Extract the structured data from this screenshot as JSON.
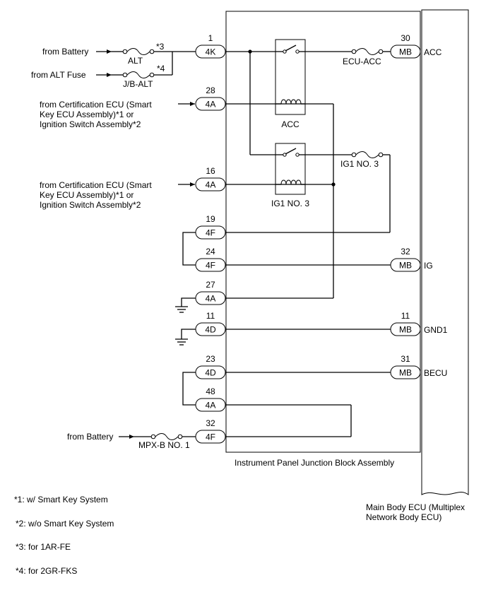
{
  "blocks": {
    "junction_block": "Instrument Panel Junction Block Assembly",
    "main_ecu": "Main Body ECU (Multiplex",
    "main_ecu_line2": "Network Body ECU)"
  },
  "sources": {
    "battery1": "from Battery",
    "alt_fuse": "from ALT Fuse",
    "cert1_l1": "from Certification ECU (Smart",
    "cert1_l2": "Key ECU Assembly)*1 or",
    "cert1_l3": "Ignition Switch Assembly*2",
    "cert2_l1": "from Certification ECU (Smart",
    "cert2_l2": "Key ECU Assembly)*1 or",
    "cert2_l3": "Ignition Switch Assembly*2",
    "battery2": "from Battery"
  },
  "fuses": {
    "alt": "ALT",
    "alt_note": "*3",
    "jb_alt": "J/B-ALT",
    "jb_alt_note": "*4",
    "ecu_acc": "ECU-ACC",
    "ig1_no3": "IG1 NO. 3",
    "mpx_b": "MPX-B NO. 1"
  },
  "relays": {
    "acc": "ACC",
    "ig1_no3": "IG1 NO. 3"
  },
  "connectors": [
    {
      "pin": "1",
      "code": "4K"
    },
    {
      "pin": "28",
      "code": "4A"
    },
    {
      "pin": "16",
      "code": "4A"
    },
    {
      "pin": "19",
      "code": "4F"
    },
    {
      "pin": "24",
      "code": "4F"
    },
    {
      "pin": "27",
      "code": "4A"
    },
    {
      "pin": "11",
      "code": "4D"
    },
    {
      "pin": "23",
      "code": "4D"
    },
    {
      "pin": "48",
      "code": "4A"
    },
    {
      "pin": "32",
      "code": "4F"
    }
  ],
  "ecu_pins": [
    {
      "pin": "30",
      "code": "MB",
      "signal": "ACC"
    },
    {
      "pin": "32",
      "code": "MB",
      "signal": "IG"
    },
    {
      "pin": "11",
      "code": "MB",
      "signal": "GND1"
    },
    {
      "pin": "31",
      "code": "MB",
      "signal": "BECU"
    }
  ],
  "notes": [
    "*1: w/ Smart Key System",
    "*2: w/o Smart Key System",
    "*3: for 1AR-FE",
    "*4: for 2GR-FKS"
  ]
}
